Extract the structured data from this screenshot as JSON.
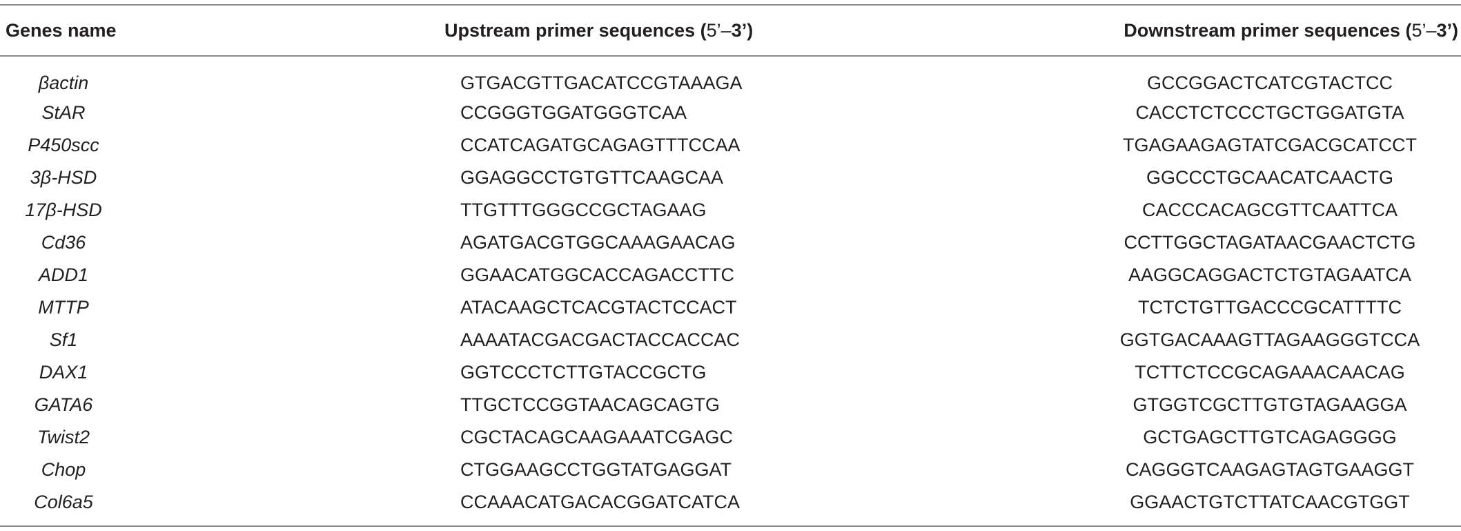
{
  "table": {
    "headers": {
      "gene": "Genes name",
      "upstream_text": "Upstream primer sequences (",
      "upstream_prime": "5’–",
      "upstream_end": "3’)",
      "downstream_text": "Downstream primer sequences (",
      "downstream_prime": "5’–",
      "downstream_end": "3’)"
    },
    "rows": [
      {
        "gene": "βactin",
        "up": "GTGACGTTGACATCCGTAAAGA",
        "down": "GCCGGACTCATCGTACTCC"
      },
      {
        "gene": "StAR",
        "up": "CCGGGTGGATGGGTCAA",
        "down": "CACCTCTCCCTGCTGGATGTA"
      },
      {
        "gene": "P450scc",
        "up": "CCATCAGATGCAGAGTTTCCAA",
        "down": "TGAGAAGAGTATCGACGCATCCT"
      },
      {
        "gene": "3β-HSD",
        "up": "GGAGGCCTGTGTTCAAGCAA",
        "down": "GGCCCTGCAACATCAACTG"
      },
      {
        "gene": "17β-HSD",
        "up": "TTGTTTGGGCCGCTAGAAG",
        "down": "CACCCACAGCGTTCAATTCA"
      },
      {
        "gene": "Cd36",
        "up": "AGATGACGTGGCAAAGAACAG",
        "down": "CCTTGGCTAGATAACGAACTCTG"
      },
      {
        "gene": "ADD1",
        "up": "GGAACATGGCACCAGACCTTC",
        "down": "AAGGCAGGACTCTGTAGAATCA"
      },
      {
        "gene": "MTTP",
        "up": "ATACAAGCTCACGTACTCCACT",
        "down": "TCTCTGTTGACCCGCATTTTC"
      },
      {
        "gene": "Sf1",
        "up": "AAAATACGACGACTACCACCAC",
        "down": "GGTGACAAAGTTAGAAGGGTCCA"
      },
      {
        "gene": "DAX1",
        "up": "GGTCCCTCTTGTACCGCTG",
        "down": "TCTTCTCCGCAGAAACAACAG"
      },
      {
        "gene": "GATA6",
        "up": "TTGCTCCGGTAACAGCAGTG",
        "down": "GTGGTCGCTTGTGTAGAAGGA"
      },
      {
        "gene": "Twist2",
        "up": "CGCTACAGCAAGAAATCGAGC",
        "down": "GCTGAGCTTGTCAGAGGGG"
      },
      {
        "gene": "Chop",
        "up": "CTGGAAGCCTGGTATGAGGAT",
        "down": "CAGGGTCAAGAGTAGTGAAGGT"
      },
      {
        "gene": "Col6a5",
        "up": "CCAAACATGACACGGATCATCA",
        "down": "GGAACTGTCTTATCAACGTGGT"
      }
    ]
  }
}
